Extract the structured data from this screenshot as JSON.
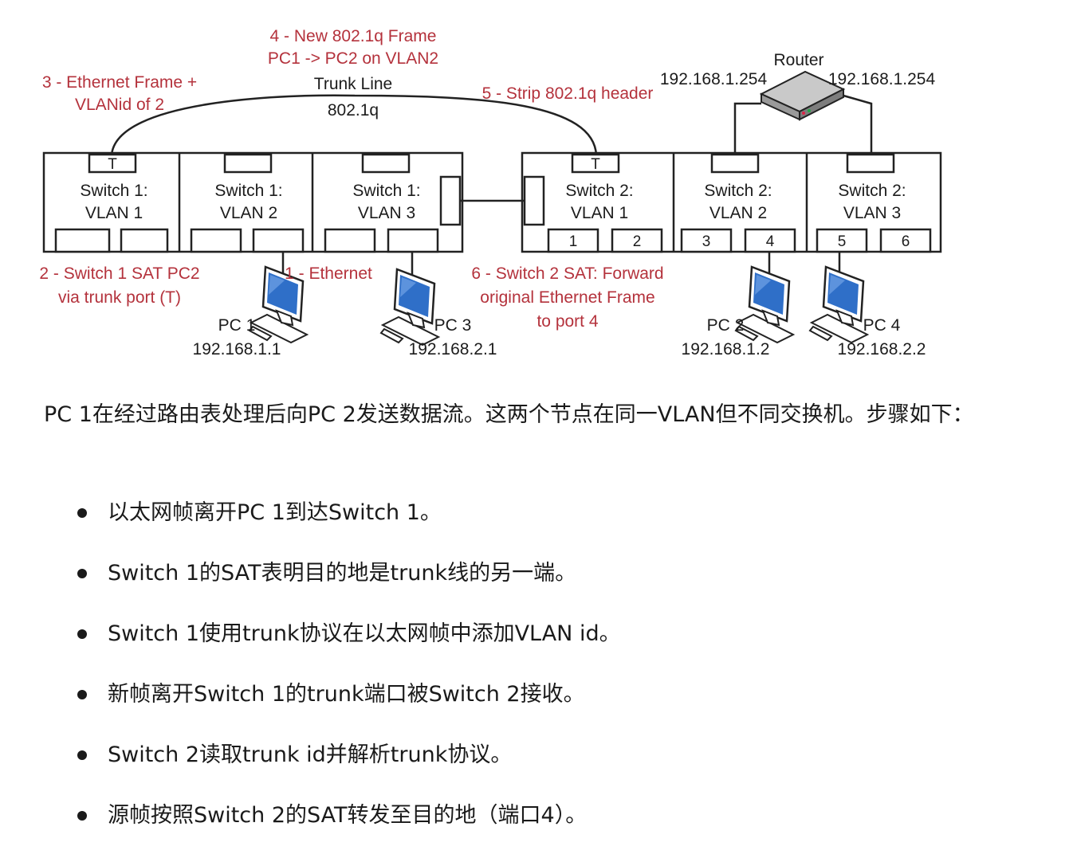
{
  "diagram": {
    "annotations": {
      "a3": [
        "3 - Ethernet Frame +",
        "VLANid of 2"
      ],
      "a4": [
        "4 - New 802.1q Frame",
        "PC1 -> PC2 on VLAN2"
      ],
      "a5": "5 - Strip 802.1q header",
      "a2": [
        "2 - Switch 1 SAT PC2",
        "via trunk port (T)"
      ],
      "a1": "1 - Ethernet",
      "a6": [
        "6 - Switch 2 SAT: Forward",
        "original Ethernet Frame",
        "to port 4"
      ]
    },
    "trunk": [
      "Trunk Line",
      "802.1q"
    ],
    "router": {
      "label": "Router",
      "ip_left": "192.168.1.254",
      "ip_right": "192.168.1.254"
    },
    "trunk_port_label": "T",
    "switch1": [
      {
        "name": "Switch 1:",
        "vlan": "VLAN 1"
      },
      {
        "name": "Switch 1:",
        "vlan": "VLAN 2"
      },
      {
        "name": "Switch 1:",
        "vlan": "VLAN 3"
      }
    ],
    "switch2": [
      {
        "name": "Switch 2:",
        "vlan": "VLAN 1"
      },
      {
        "name": "Switch 2:",
        "vlan": "VLAN 2"
      },
      {
        "name": "Switch 2:",
        "vlan": "VLAN 3"
      }
    ],
    "ports": [
      "1",
      "2",
      "3",
      "4",
      "5",
      "6"
    ],
    "pcs": [
      {
        "name": "PC 1",
        "ip": "192.168.1.1"
      },
      {
        "name": "PC 3",
        "ip": "192.168.2.1"
      },
      {
        "name": "PC 2",
        "ip": "192.168.1.2"
      },
      {
        "name": "PC 4",
        "ip": "192.168.2.2"
      }
    ]
  },
  "paragraph": "PC 1在经过路由表处理后向PC 2发送数据流。这两个节点在同一VLAN但不同交换机。步骤如下：",
  "steps": [
    "以太网帧离开PC 1到达Switch 1。",
    "Switch 1的SAT表明目的地是trunk线的另一端。",
    "Switch 1使用trunk协议在以太网帧中添加VLAN id。",
    "新帧离开Switch 1的trunk端口被Switch 2接收。",
    "Switch 2读取trunk id并解析trunk协议。",
    "源帧按照Switch 2的SAT转发至目的地（端口4）。"
  ]
}
